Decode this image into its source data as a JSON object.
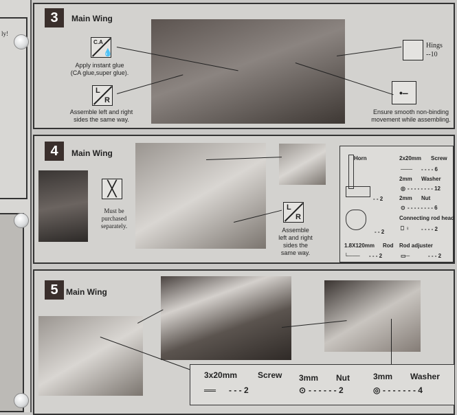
{
  "left_page": {
    "text": "ly!"
  },
  "step3": {
    "number": "3",
    "title": "Main Wing",
    "ca_symbol": "C.A",
    "glue_caption_1": "Apply instant glue",
    "glue_caption_2": "(CA glue,super glue).",
    "lr_l": "L",
    "lr_r": "R",
    "lr_caption_1": "Assemble  left and right",
    "lr_caption_2": "sides the same way.",
    "hinge_label": "Hings",
    "hinge_qty": "--10",
    "smooth_caption_1": "Ensure smooth non-binding",
    "smooth_caption_2": "movement  while assembling."
  },
  "step4": {
    "number": "4",
    "title": "Main Wing",
    "purchase_caption": [
      "Must  be",
      "purchased",
      "separately."
    ],
    "lr_l": "L",
    "lr_r": "R",
    "lr_caption": [
      "Assemble",
      "left and right",
      "sides the",
      "same way."
    ],
    "parts": {
      "horn": "Horn",
      "horn_qty": "- - 2",
      "plate_qty": "- - 2",
      "screw_size": "2x20mm",
      "screw": "Screw",
      "screw_qty": "- - - -  6",
      "washer_size": "2mm",
      "washer": "Washer",
      "washer_qty": "- - - - - - - -  12",
      "nut_size": "2mm",
      "nut": "Nut",
      "nut_qty": "- - - - - - - -  6",
      "rodhead": "Connecting rod head",
      "rodhead_qty": "- - - -  2",
      "rod_size": "1.8X120mm",
      "rod": "Rod",
      "rod_qty": "- - - 2",
      "adjuster": "Rod adjuster",
      "adjuster_qty": "- - -  2"
    }
  },
  "step5": {
    "number": "5",
    "title": "Main Wing",
    "parts": {
      "screw_size": "3x20mm",
      "screw": "Screw",
      "screw_qty": "- - -  2",
      "nut_size": "3mm",
      "nut": "Nut",
      "nut_qty": "- - - - - -  2",
      "washer_size": "3mm",
      "washer": "Washer",
      "washer_qty": "- - - - - - -  4"
    }
  }
}
